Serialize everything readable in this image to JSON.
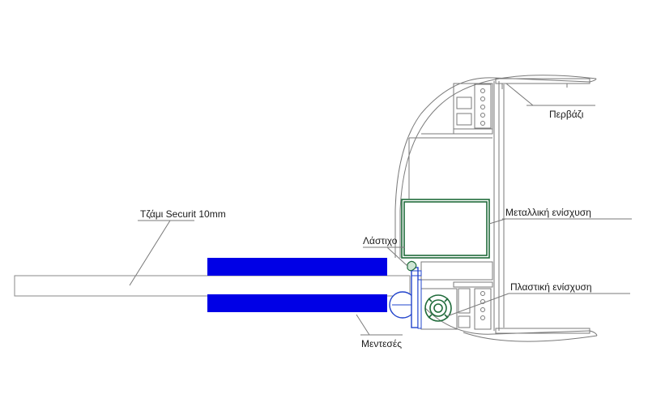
{
  "labels": {
    "glass": "Τζάμι Securit 10mm",
    "gasket": "Λάστιχο",
    "hinges": "Μεντεσές",
    "frame": "Περβάζι",
    "metal_reinforcement": "Μεταλλική ενίσχυση",
    "plastic_reinforcement": "Πλαστική ενίσχυση"
  },
  "colors": {
    "hinge_blue": "#0000e6",
    "line_gray": "#7a7a7a",
    "reinforcement_green": "#1f6b3a",
    "gasket_blue": "#2244cc"
  }
}
